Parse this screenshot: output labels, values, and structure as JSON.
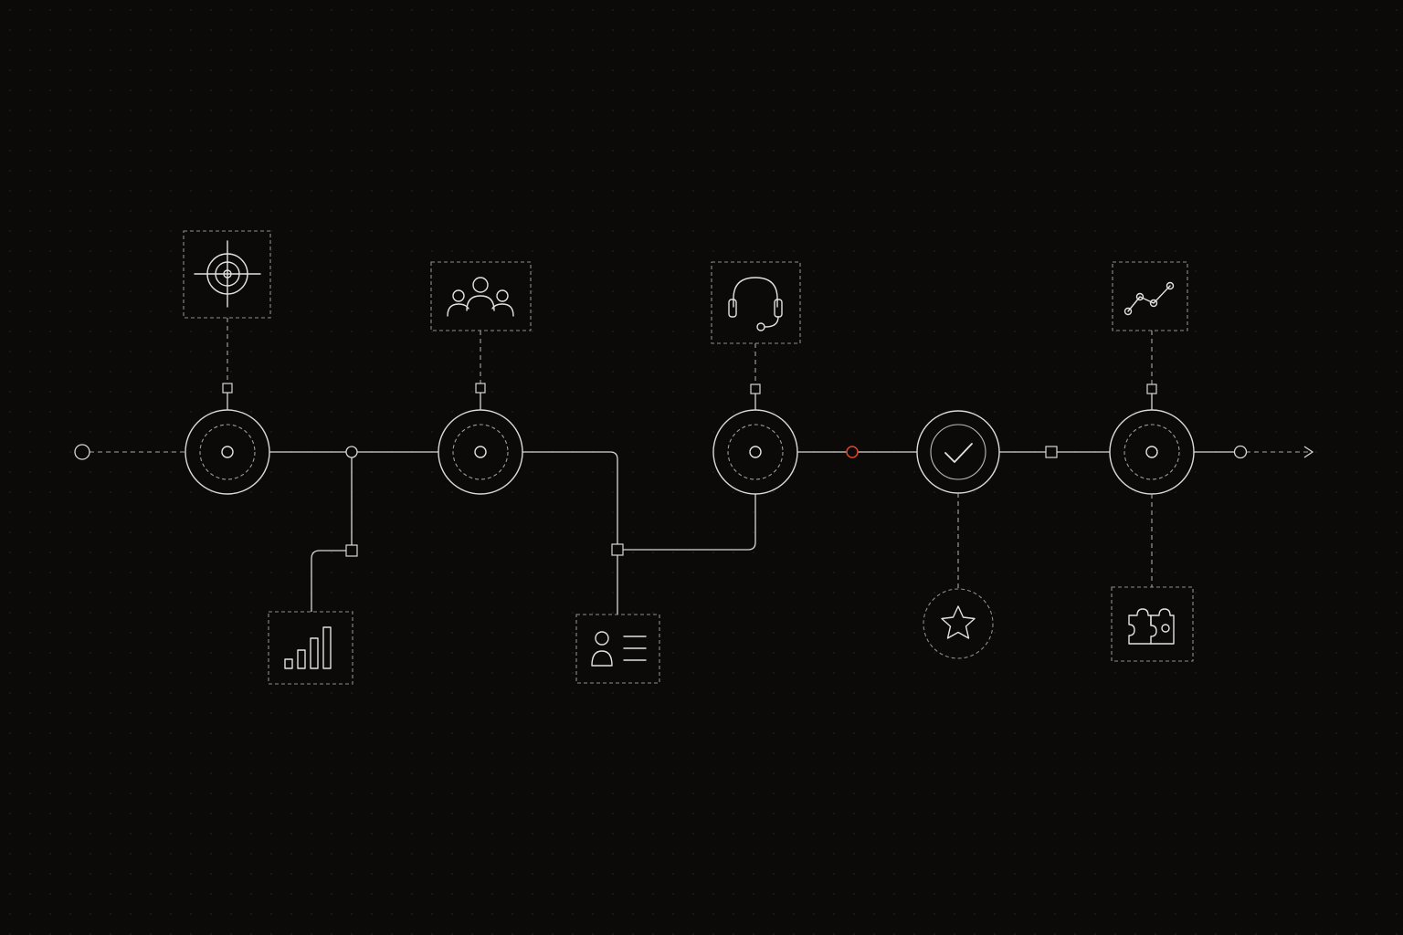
{
  "diagram": {
    "type": "process-timeline",
    "accent_color": "#e0452b",
    "line_color": "#d9d7d2",
    "background_color": "#0b0a09",
    "stages": [
      {
        "id": "stage-1",
        "icon": "target-icon",
        "attached_icon": "bar-chart-icon"
      },
      {
        "id": "stage-2",
        "icon": "team-icon",
        "attached_icon": "contact-card-icon"
      },
      {
        "id": "stage-3",
        "icon": "headset-icon",
        "attached_icon": "contact-card-icon"
      },
      {
        "id": "stage-4",
        "icon": "checkmark-icon",
        "attached_icon": "star-icon"
      },
      {
        "id": "stage-5",
        "icon": "line-chart-icon",
        "attached_icon": "puzzle-icon"
      }
    ],
    "start_marker": "open-circle",
    "end_marker": "arrow",
    "highlight_marker": "red-circle"
  }
}
